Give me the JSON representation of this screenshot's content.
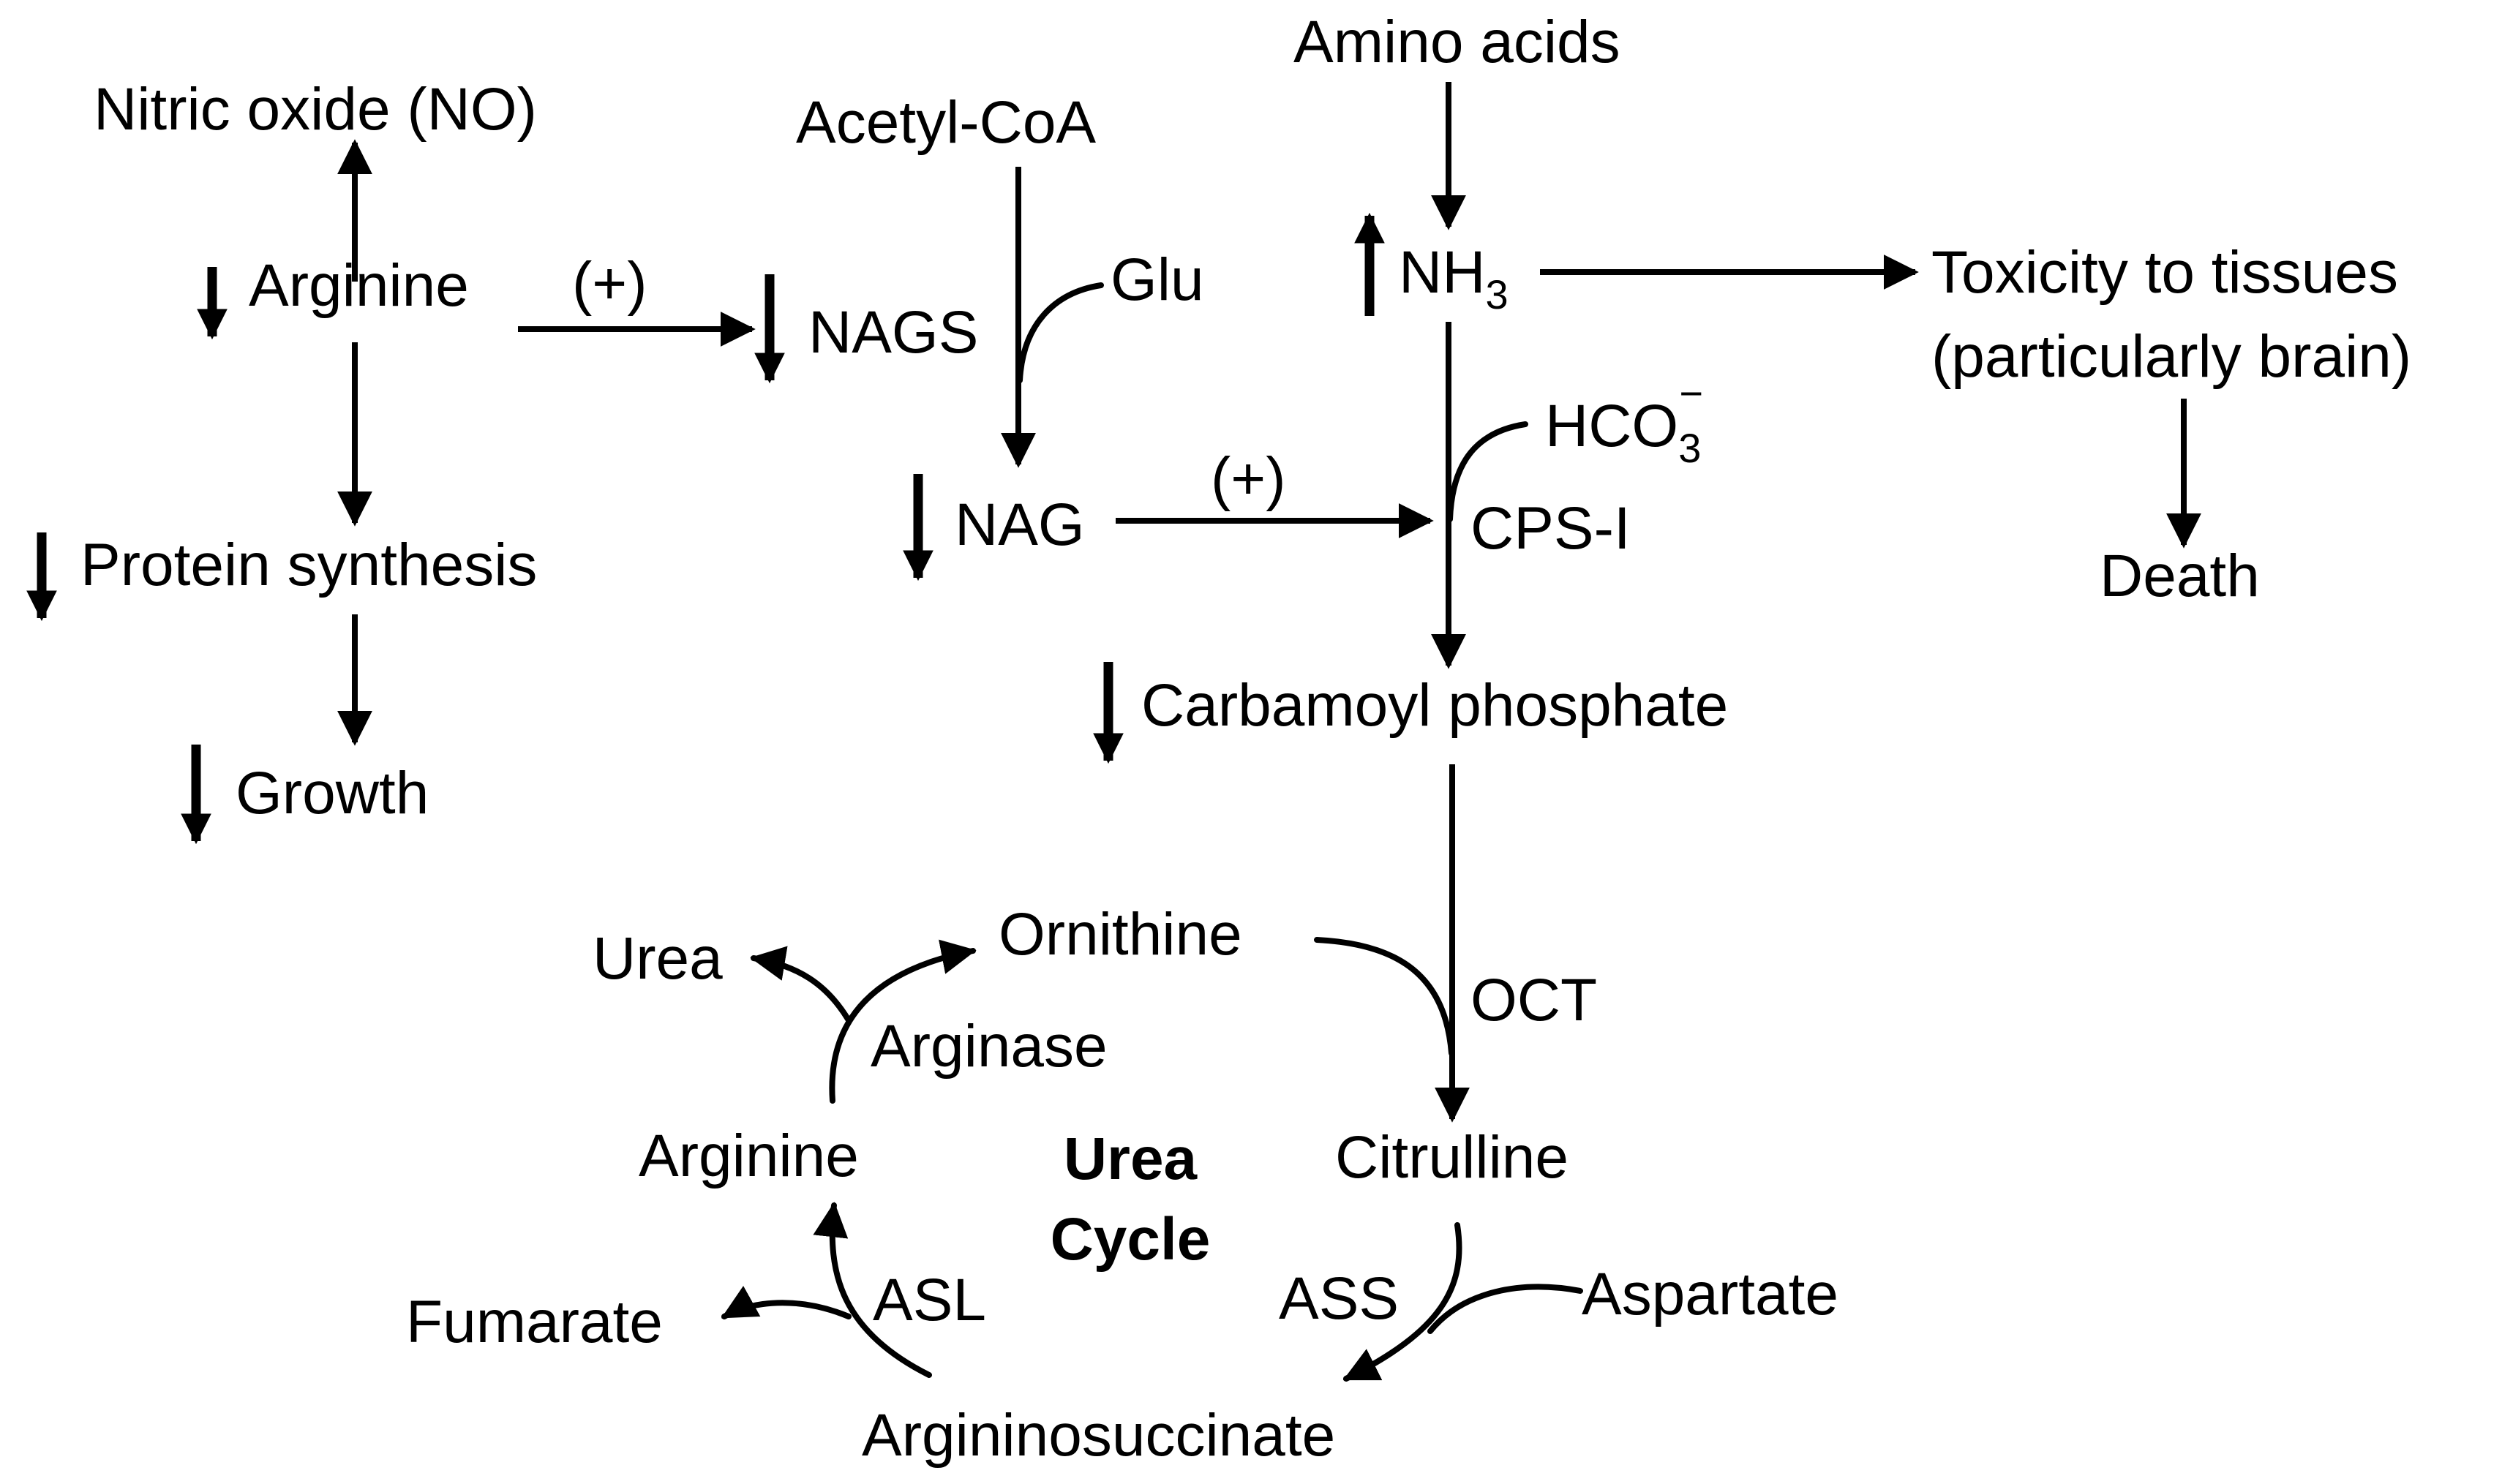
{
  "labels": {
    "nitric_oxide": "Nitric oxide (NO)",
    "arginine_top": "Arginine",
    "protein_synthesis": "Protein synthesis",
    "growth": "Growth",
    "plus_1": "(+)",
    "acetyl_coa": "Acetyl-CoA",
    "glu": "Glu",
    "nags": "NAGS",
    "nag": "NAG",
    "plus_2": "(+)",
    "amino_acids": "Amino acids",
    "nh3_base": "NH",
    "nh3_sub": "3",
    "toxicity_line1": "Toxicity to tissues",
    "toxicity_line2": "(particularly brain)",
    "death": "Death",
    "hco3_base": "HCO",
    "hco3_sub": "3",
    "hco3_sup": "−",
    "cps1": "CPS-I",
    "carbamoyl_phosphate": "Carbamoyl phosphate",
    "ornithine": "Ornithine",
    "oct": "OCT",
    "urea": "Urea",
    "arginase": "Arginase",
    "arginine_cycle": "Arginine",
    "urea_cycle_line1": "Urea",
    "urea_cycle_line2": "Cycle",
    "citrulline": "Citrulline",
    "ass": "ASS",
    "aspartate": "Aspartate",
    "fumarate": "Fumarate",
    "asl": "ASL",
    "argininosuccinate": "Argininosuccinate"
  },
  "indicators": {
    "arginine_top": "down",
    "protein_synthesis": "down",
    "growth": "down",
    "nags": "down",
    "nag": "down",
    "nh3": "up",
    "carbamoyl_phosphate": "down"
  }
}
